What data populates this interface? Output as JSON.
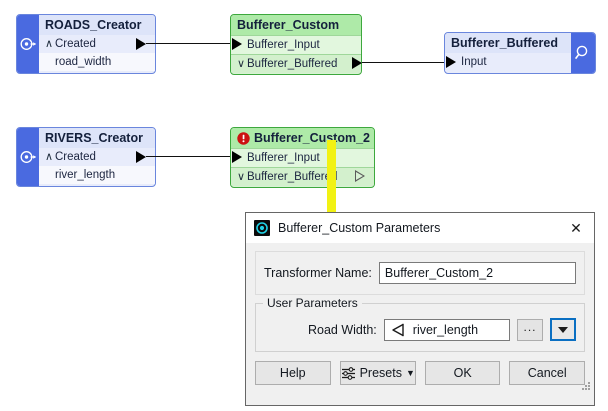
{
  "workspace": {
    "nodes": [
      {
        "id": "roads-creator",
        "title": "ROADS_Creator",
        "port_out_label": "Created",
        "attribute": "road_width",
        "side_icon": "creator-icon",
        "color": "#4a6ae0"
      },
      {
        "id": "bufferer-custom",
        "title": "Bufferer_Custom",
        "port_in_label": "Bufferer_Input",
        "port_out_label": "Bufferer_Buffered",
        "color": "#3da83d"
      },
      {
        "id": "bufferer-buffered-inspector",
        "title": "Bufferer_Buffered",
        "port_in_label": "Input",
        "side_icon": "magnifier-icon",
        "color": "#4a6ae0"
      },
      {
        "id": "rivers-creator",
        "title": "RIVERS_Creator",
        "port_out_label": "Created",
        "attribute": "river_length",
        "side_icon": "creator-icon",
        "color": "#4a6ae0"
      },
      {
        "id": "bufferer-custom-2",
        "title": "Bufferer_Custom_2",
        "port_in_label": "Bufferer_Input",
        "port_out_label": "Bufferer_Buffered",
        "status_icon": "error-icon",
        "status_color": "#cc1111",
        "color": "#3da83d"
      }
    ],
    "annotation_arrow": {
      "name": "highlight-arrow",
      "color": "#f2f213",
      "direction": "down"
    }
  },
  "dialog": {
    "icon": "transformer-icon",
    "title": "Bufferer_Custom Parameters",
    "close_label": "✕",
    "transformer_name_label": "Transformer Name:",
    "transformer_name_value": "Bufferer_Custom_2",
    "user_parameters_legend": "User Parameters",
    "road_width_label": "Road Width:",
    "road_width_value": "river_length",
    "road_width_attr_icon": "attribute-chevron-icon",
    "browse_button_label": "...",
    "dropdown_icon": "chevron-down-icon",
    "buttons": {
      "help": "Help",
      "presets": "Presets",
      "presets_icon": "sliders-icon",
      "presets_caret": "▼",
      "ok": "OK",
      "cancel": "Cancel"
    }
  }
}
